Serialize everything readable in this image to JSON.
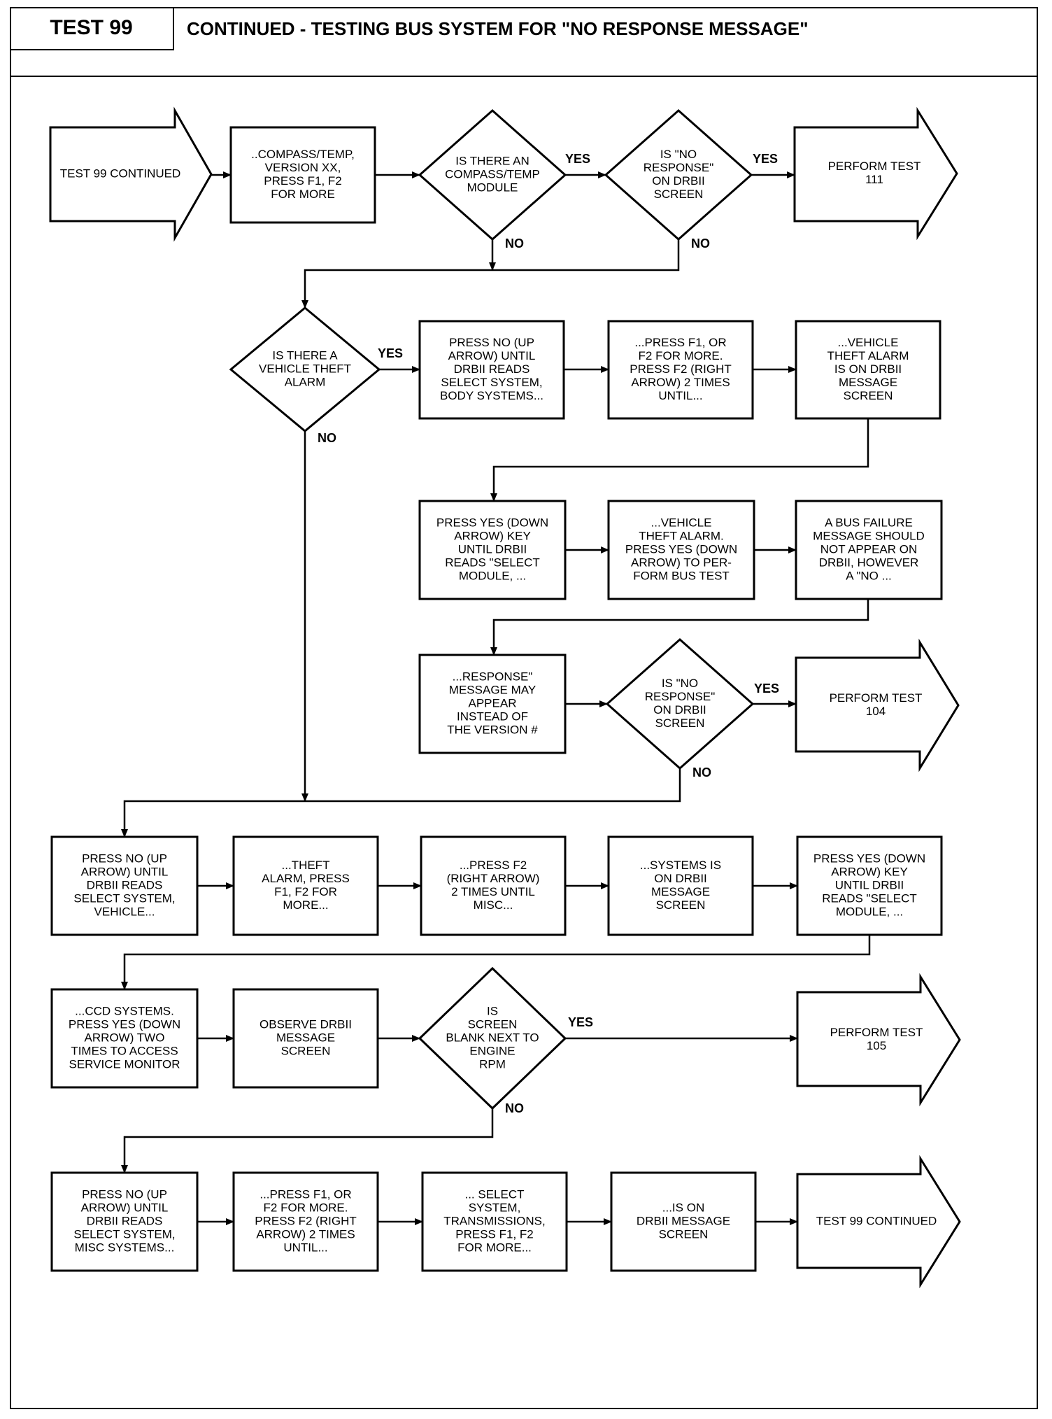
{
  "header": {
    "test_number": "TEST 99",
    "title": "CONTINUED - TESTING BUS SYSTEM FOR \"NO RESPONSE MESSAGE\""
  },
  "flow": {
    "start": [
      "TEST 99 CONTINUED"
    ],
    "compass_version": [
      "..COMPASS/TEMP,",
      "VERSION XX,",
      "PRESS F1, F2",
      "FOR MORE"
    ],
    "q_compass_module": [
      "IS THERE AN",
      "COMPASS/TEMP",
      "MODULE"
    ],
    "q_no_response_1": [
      "IS \"NO",
      "RESPONSE\"",
      "ON DRBII",
      "SCREEN"
    ],
    "perform_111": [
      "PERFORM TEST",
      "111"
    ],
    "q_vta": [
      "IS THERE A",
      "VEHICLE THEFT",
      "ALARM"
    ],
    "press_no_body": [
      "PRESS NO (UP",
      "ARROW) UNTIL",
      "DRBII READS",
      "SELECT SYSTEM,",
      "BODY SYSTEMS..."
    ],
    "press_f1_f2_right": [
      "...PRESS F1, OR",
      "F2 FOR MORE.",
      "PRESS F2 (RIGHT",
      "ARROW) 2 TIMES",
      "UNTIL..."
    ],
    "vta_on_drbii": [
      "...VEHICLE",
      "THEFT ALARM",
      "IS ON DRBII",
      "MESSAGE",
      "SCREEN"
    ],
    "press_yes_select_module_1": [
      "PRESS YES (DOWN",
      "ARROW) KEY",
      "UNTIL DRBII",
      "READS \"SELECT",
      "MODULE, ..."
    ],
    "vta_press_yes_bus": [
      "...VEHICLE",
      "THEFT ALARM.",
      "PRESS YES (DOWN",
      "ARROW) TO PER-",
      "FORM BUS TEST"
    ],
    "bus_failure_msg": [
      "A BUS FAILURE",
      "MESSAGE SHOULD",
      "NOT APPEAR ON",
      "DRBII, HOWEVER",
      "A \"NO ..."
    ],
    "response_msg": [
      "...RESPONSE\"",
      "MESSAGE MAY",
      "APPEAR",
      "INSTEAD OF",
      "THE VERSION #"
    ],
    "q_no_response_2": [
      "IS \"NO",
      "RESPONSE\"",
      "ON DRBII",
      "SCREEN"
    ],
    "perform_104": [
      "PERFORM TEST",
      "104"
    ],
    "press_no_vehicle": [
      "PRESS NO (UP",
      "ARROW) UNTIL",
      "DRBII READS",
      "SELECT SYSTEM,",
      "VEHICLE..."
    ],
    "theft_alarm_press": [
      "...THEFT",
      "ALARM, PRESS",
      "F1, F2 FOR",
      "MORE..."
    ],
    "press_f2_misc": [
      "...PRESS F2",
      "(RIGHT ARROW)",
      "2 TIMES UNTIL",
      "MISC..."
    ],
    "systems_on_drbii": [
      "...SYSTEMS IS",
      "ON DRBII",
      "MESSAGE",
      "SCREEN"
    ],
    "press_yes_select_module_2": [
      "PRESS YES (DOWN",
      "ARROW) KEY",
      "UNTIL DRBII",
      "READS \"SELECT",
      "MODULE, ..."
    ],
    "ccd_systems": [
      "...CCD SYSTEMS.",
      "PRESS YES (DOWN",
      "ARROW) TWO",
      "TIMES TO ACCESS",
      "SERVICE MONITOR"
    ],
    "observe_drbii": [
      "OBSERVE DRBII",
      "MESSAGE",
      "SCREEN"
    ],
    "q_screen_blank": [
      "IS",
      "SCREEN",
      "BLANK NEXT TO",
      "ENGINE",
      "RPM"
    ],
    "perform_105": [
      "PERFORM TEST",
      "105"
    ],
    "press_no_misc": [
      "PRESS NO (UP",
      "ARROW) UNTIL",
      "DRBII READS",
      "SELECT SYSTEM,",
      "MISC SYSTEMS..."
    ],
    "press_f1_f2_right_2": [
      "...PRESS F1, OR",
      "F2 FOR MORE.",
      "PRESS F2 (RIGHT",
      "ARROW) 2 TIMES",
      "UNTIL..."
    ],
    "select_transmissions": [
      "... SELECT",
      "SYSTEM,",
      "TRANSMISSIONS,",
      "PRESS F1, F2",
      "FOR MORE..."
    ],
    "is_on_drbii": [
      "...IS ON",
      "DRBII MESSAGE",
      "SCREEN"
    ],
    "end": [
      "TEST 99 CONTINUED"
    ]
  },
  "edge_labels": {
    "yes": "YES",
    "no": "NO"
  }
}
